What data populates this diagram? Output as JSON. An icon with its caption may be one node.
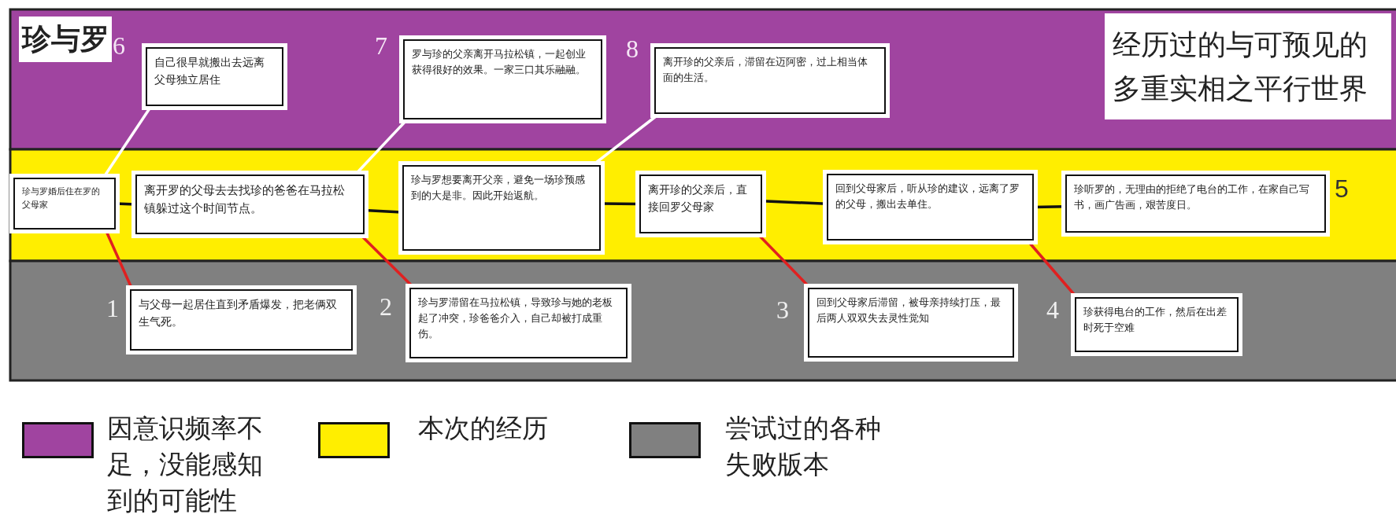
{
  "diagram": {
    "title": "经历过的与可预见的多重实相之平行世界",
    "nodes": [
      {
        "text": [
          "自己很早就搬出去远离父母独立居住"
        ],
        "beside": [
          "6"
        ]
      },
      {
        "text": [
          "罗与珍的父亲离开马拉松镇，一起创业获得很好的效果。一家三口其乐融融。"
        ],
        "beside": [
          "7"
        ]
      },
      {
        "text": [
          "离开珍的父亲后，滞留在迈阿密，过上相当体面的生活。"
        ],
        "beside": [
          "8"
        ]
      },
      {
        "text": [
          "珍与罗婚后住在罗的父母家"
        ]
      },
      {
        "text": [
          "离开罗的父母去去找珍的爸爸在马拉松镇躲过这个时间节点。"
        ]
      },
      {
        "text": [
          "珍与罗想要离开父亲，避免一场珍预感到的大是非。因此开始返航。"
        ]
      },
      {
        "text": [
          "离开珍的父亲后，直接回罗父母家"
        ]
      },
      {
        "text": [
          "回到父母家后，听从珍的建议，远离了罗的父母，搬出去单住。"
        ]
      },
      {
        "text": [
          "珍听罗的，无理由的拒绝了电台的工作，在家自己写书，画广告画，艰苦度日。"
        ],
        "beside": [
          "5"
        ]
      },
      {
        "text": [
          "与父母一起居住直到矛盾爆发，把老俩双生气死。"
        ],
        "beside": [
          "1"
        ]
      },
      {
        "text": [
          "珍与罗滞留在马拉松镇，导致珍与她的老板起了冲突，珍爸爸介入，自己却被打成重伤。"
        ],
        "beside": [
          "2"
        ]
      },
      {
        "text": [
          "回到父母家后滞留，被母亲持续打压，最后两人双双失去灵性觉知"
        ],
        "beside": [
          "3"
        ]
      },
      {
        "text": [
          "珍获得电台的工作，然后在出差时死于空难"
        ],
        "beside": [
          "4"
        ]
      }
    ],
    "edges": [
      {
        "from": 3,
        "to": 4,
        "arrow": "none"
      },
      {
        "from": 4,
        "to": 5,
        "arrow": "none"
      },
      {
        "from": 5,
        "to": 6,
        "arrow": "none"
      },
      {
        "from": 6,
        "to": 7,
        "arrow": "none"
      },
      {
        "from": 7,
        "to": 8,
        "arrow": "none"
      },
      {
        "from": 3,
        "to": 0,
        "arrow": "none",
        "color": "#ffffff"
      },
      {
        "from": 4,
        "to": 1,
        "arrow": "none",
        "color": "#ffffff"
      },
      {
        "from": 5,
        "to": 2,
        "arrow": "none",
        "color": "#ffffff"
      },
      {
        "from": 3,
        "to": 9,
        "arrow": "none",
        "color": "#e02020"
      },
      {
        "from": 4,
        "to": 10,
        "arrow": "none",
        "color": "#e02020"
      },
      {
        "from": 6,
        "to": 11,
        "arrow": "none",
        "color": "#e02020"
      },
      {
        "from": 7,
        "to": 12,
        "arrow": "none",
        "color": "#e02020"
      }
    ],
    "labels": [
      "珍与罗"
    ],
    "legend": [
      {
        "text": "因意识频率不足，没能感知到的可能性",
        "color": "#a044a0"
      },
      {
        "text": "本次的经历",
        "color": "#ffee00"
      },
      {
        "text": "尝试过的各种失败版本",
        "color": "#808080"
      }
    ]
  }
}
